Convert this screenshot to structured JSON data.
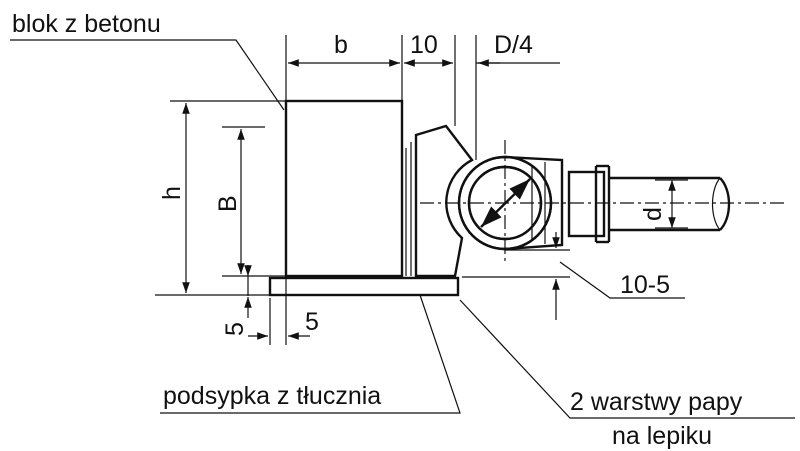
{
  "labels": {
    "concrete_block": "blok z betonu",
    "crushed_stone_bed": "podsypka z tłucznia",
    "tar_paper_line1": "2 warstwy papy",
    "tar_paper_line2": "na lepiku"
  },
  "dimensions": {
    "b": "b",
    "ten": "10",
    "d_quarter": "D/4",
    "h": "h",
    "big_b": "B",
    "d": "d",
    "ten_five": "10-5",
    "five_vertical": "5",
    "five_horizontal": "5"
  }
}
